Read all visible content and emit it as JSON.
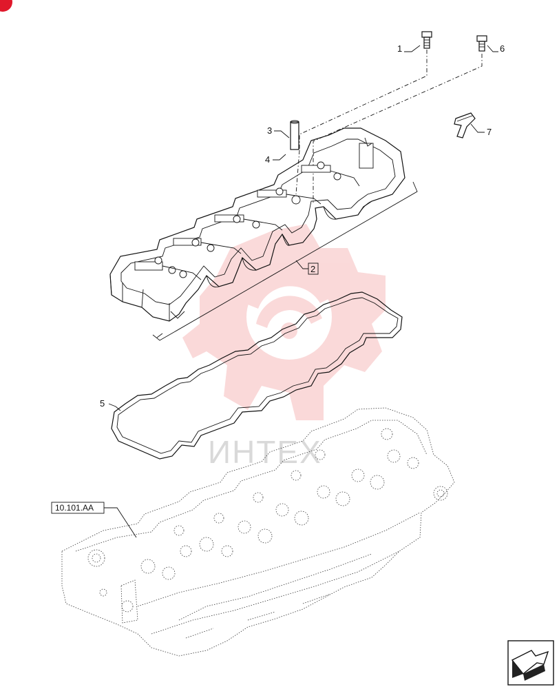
{
  "callouts": {
    "p1": "1",
    "p2": "2",
    "p3": "3",
    "p4": "4",
    "p5": "5",
    "p6": "6",
    "p7": "7"
  },
  "reference_label": "10.101.AA",
  "watermark_text": "ИНТЕХ",
  "colors": {
    "line": "#111111",
    "watermark": "#f4a7a7",
    "corner_badge": "#e0182b"
  },
  "icons": [
    "corner-badge-icon",
    "gear-logo-watermark",
    "next-page-arrow-icon"
  ]
}
